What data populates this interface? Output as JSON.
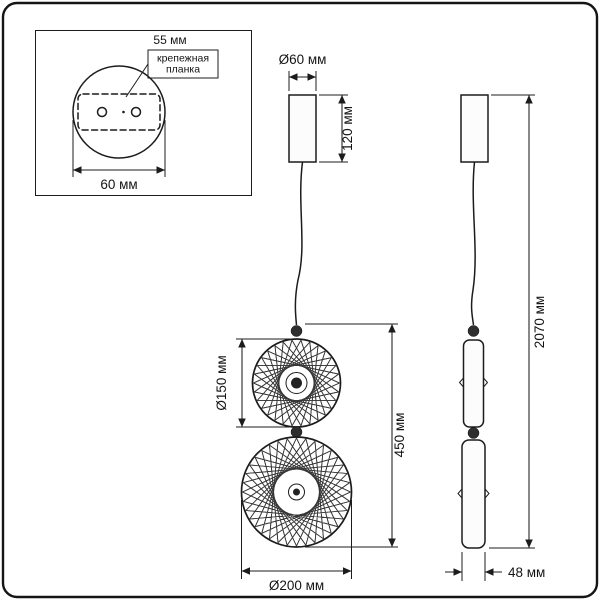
{
  "labels": {
    "detail": {
      "spacing": "55 мм",
      "plate_line1": "крепежная",
      "plate_line2": "планка",
      "width": "60 мм"
    },
    "front": {
      "canopy_diameter": "Ø60 мм",
      "canopy_height": "120 мм",
      "upper_disc": "Ø150 мм",
      "shade_stack_height": "450 мм",
      "lower_disc": "Ø200 мм"
    },
    "side": {
      "overall_height": "2070 мм",
      "shade_width": "48 мм"
    }
  },
  "colors": {
    "ink": "#1c1c1c",
    "background": "#ffffff"
  }
}
